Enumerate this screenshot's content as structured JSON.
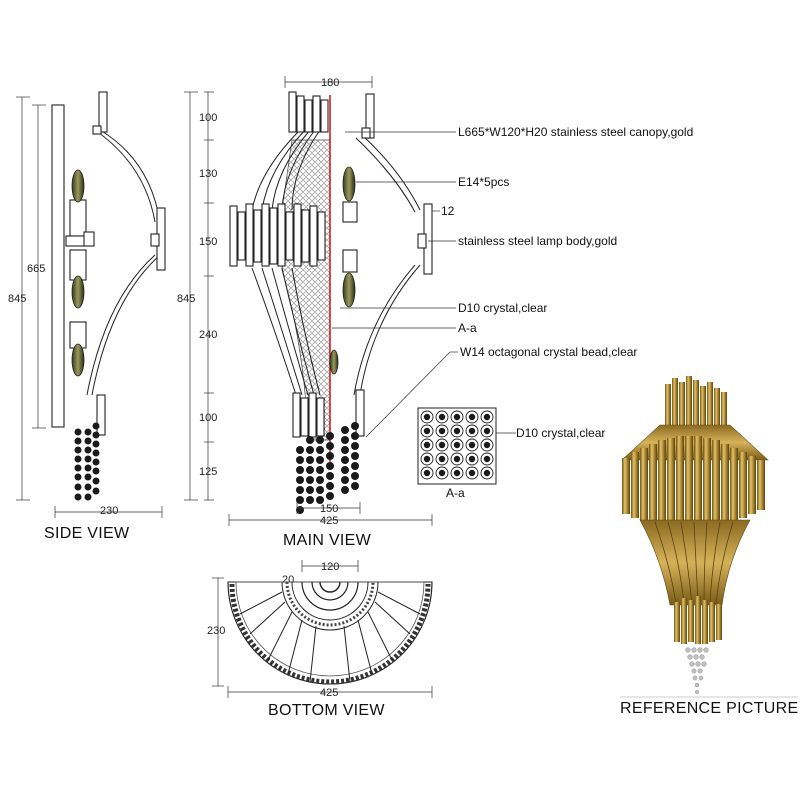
{
  "views": {
    "side": "SIDE VIEW",
    "main": "MAIN VIEW",
    "bottom": "BOTTOM VIEW",
    "reference": "REFERENCE PICTURE"
  },
  "side_dims": {
    "total_height": "845",
    "body_height": "665",
    "width": "230"
  },
  "main_dims": {
    "top_width": "180",
    "total_height": "845",
    "segments": [
      "100",
      "130",
      "150",
      "240",
      "100",
      "125"
    ],
    "bottom_width": "150",
    "overall_width": "425",
    "offset": "12"
  },
  "callouts": [
    "L665*W120*H20 stainless steel canopy,gold",
    "E14*5pcs",
    "stainless steel lamp body,gold",
    "D10 crystal,clear",
    "A-a",
    "W14 octagonal crystal bead,clear"
  ],
  "detail": {
    "label": "A-a",
    "note": "D10 crystal,clear"
  },
  "bottom_dims": {
    "top": "120",
    "side": "20",
    "depth": "230",
    "width": "425"
  },
  "colors": {
    "gold": "#b8923a",
    "gold_light": "#e2c16a",
    "gold_dark": "#6e5316",
    "axis_red": "#d42020"
  }
}
